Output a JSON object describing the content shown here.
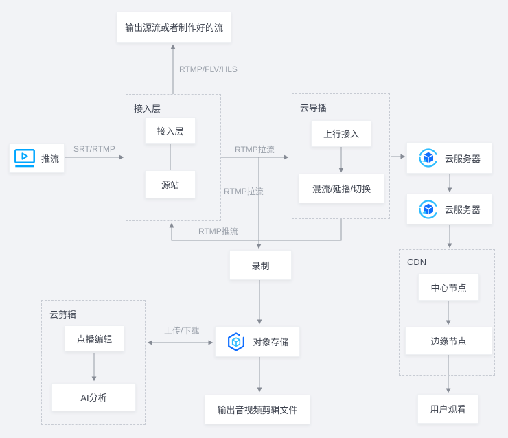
{
  "diagram": {
    "title": "live-streaming-cloud-architecture",
    "groups": {
      "access": {
        "label": "接入层"
      },
      "director": {
        "label": "云导播"
      },
      "cdn": {
        "label": "CDN"
      },
      "editing": {
        "label": "云剪辑"
      }
    },
    "nodes": {
      "output_stream": {
        "label": "输出源流或者制作好的流"
      },
      "push_stream": {
        "label": "推流",
        "icon": "video-player-icon"
      },
      "access_layer": {
        "label": "接入层"
      },
      "origin": {
        "label": "源站"
      },
      "uplink": {
        "label": "上行接入"
      },
      "mix": {
        "label": "混流/延播/切换"
      },
      "cvm1": {
        "label": "云服务器",
        "icon": "cloud-server-icon"
      },
      "cvm2": {
        "label": "云服务器",
        "icon": "cloud-server-icon"
      },
      "center_node": {
        "label": "中心节点"
      },
      "edge_node": {
        "label": "边缘节点"
      },
      "viewer": {
        "label": "用户观看"
      },
      "record": {
        "label": "录制"
      },
      "cos": {
        "label": "对象存储",
        "icon": "object-storage-icon"
      },
      "output_file": {
        "label": "输出音视频剪辑文件"
      },
      "vod_edit": {
        "label": "点播编辑"
      },
      "ai": {
        "label": "AI分析"
      }
    },
    "edge_labels": {
      "rtmp_flv_hls": "RTMP/FLV/HLS",
      "srt_rtmp": "SRT/RTMP",
      "rtmp_pull_top": "RTMP拉流",
      "rtmp_pull_mid": "RTMP拉流",
      "rtmp_push": "RTMP推流",
      "upload_download": "上传/下载"
    },
    "edges": [
      {
        "from": "access group",
        "to": "output_stream",
        "label": "RTMP/FLV/HLS"
      },
      {
        "from": "push_stream",
        "to": "access group",
        "label": "SRT/RTMP"
      },
      {
        "from": "access_layer",
        "to": "origin"
      },
      {
        "from": "access group",
        "to": "director group",
        "label": "RTMP拉流"
      },
      {
        "from": "access group",
        "to": "record",
        "label": "RTMP拉流"
      },
      {
        "from": "uplink",
        "to": "mix"
      },
      {
        "from": "director group",
        "to": "cvm1"
      },
      {
        "from": "cvm1",
        "to": "cvm2"
      },
      {
        "from": "cvm2",
        "to": "cdn group"
      },
      {
        "from": "center_node",
        "to": "edge_node"
      },
      {
        "from": "edge_node",
        "to": "viewer"
      },
      {
        "from": "director group",
        "to": "access group",
        "label": "RTMP推流"
      },
      {
        "from": "record",
        "to": "cos"
      },
      {
        "from": "cos",
        "to": "output_file"
      },
      {
        "from": "editing group",
        "to": "cos",
        "label": "上传/下载",
        "bidirectional": true
      },
      {
        "from": "vod_edit",
        "to": "ai"
      }
    ],
    "colors": {
      "background": "#f2f3f6",
      "node_bg": "#ffffff",
      "node_text": "#3b404c",
      "line": "#979ca6",
      "arrowhead": "#868b95",
      "edge_label": "#9aa0aa",
      "dashed_border": "#c7cbd3",
      "icon_bright_blue": "#00a6ff",
      "icon_deep_blue": "#0f6eff",
      "icon_light_blue": "#2ebdff"
    }
  }
}
